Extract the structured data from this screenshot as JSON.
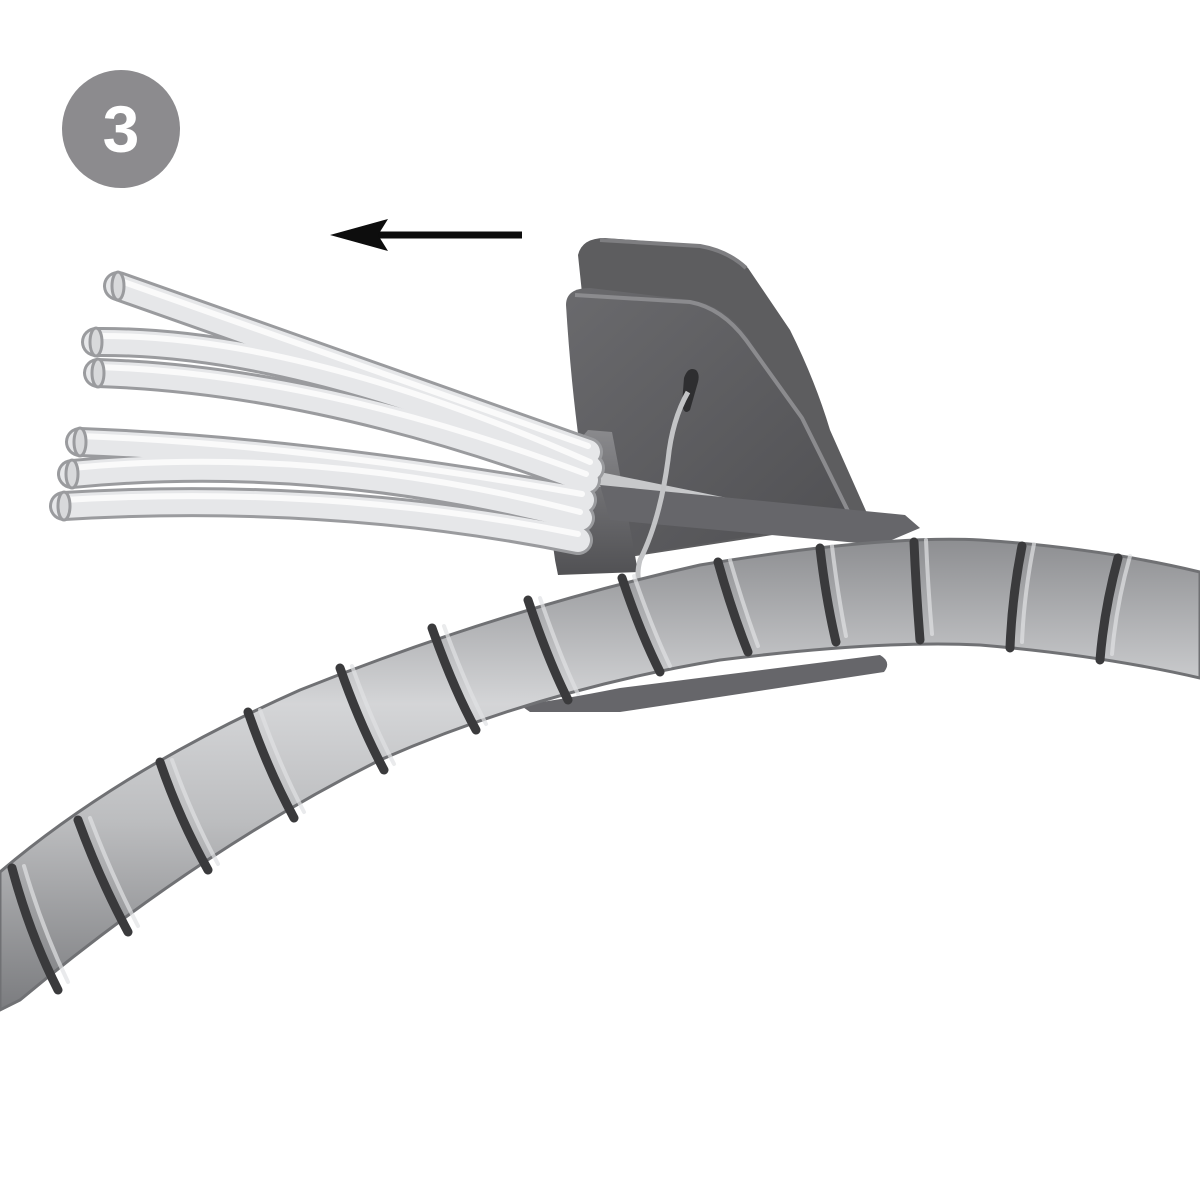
{
  "step": {
    "number": "3"
  },
  "direction_arrow": {
    "direction": "left"
  },
  "colors": {
    "badge": "#8c8b8e",
    "arrow": "#0d0d0d",
    "wire_fill": "#e6e7e9",
    "wire_edge": "#9a9b9e",
    "tool_dark": "#5d5d5f",
    "tool_mid": "#78787b",
    "tool_light": "#9c9ca0",
    "wrap_mid": "#a4a5a8",
    "wrap_light": "#cfd0d2",
    "wrap_dark": "#6e6f72",
    "wrap_slit": "#3a3a3c",
    "clip_wire": "#bfc0c2"
  },
  "icons": [
    "step-number-badge",
    "left-arrow-icon",
    "cable-bundle",
    "wrap-tool",
    "spiral-cable-wrap"
  ]
}
